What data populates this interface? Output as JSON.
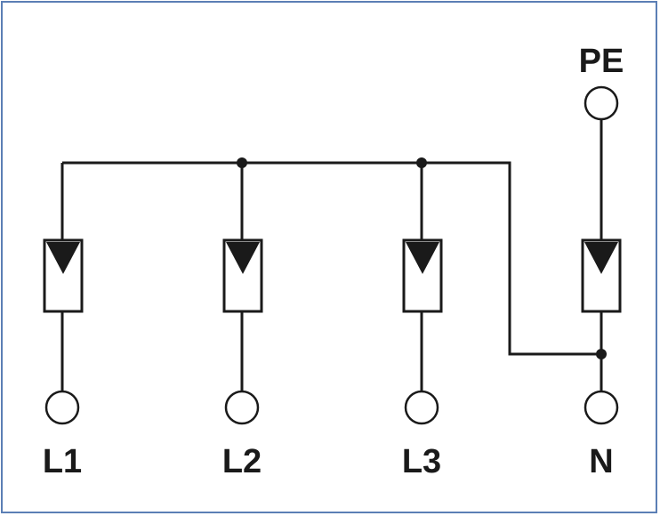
{
  "terminals": {
    "l1": "L1",
    "l2": "L2",
    "l3": "L3",
    "n": "N",
    "pe": "PE"
  },
  "colors": {
    "line": "#1a1a1a",
    "frame_border": "#5b7fb5",
    "background": "#ffffff"
  }
}
